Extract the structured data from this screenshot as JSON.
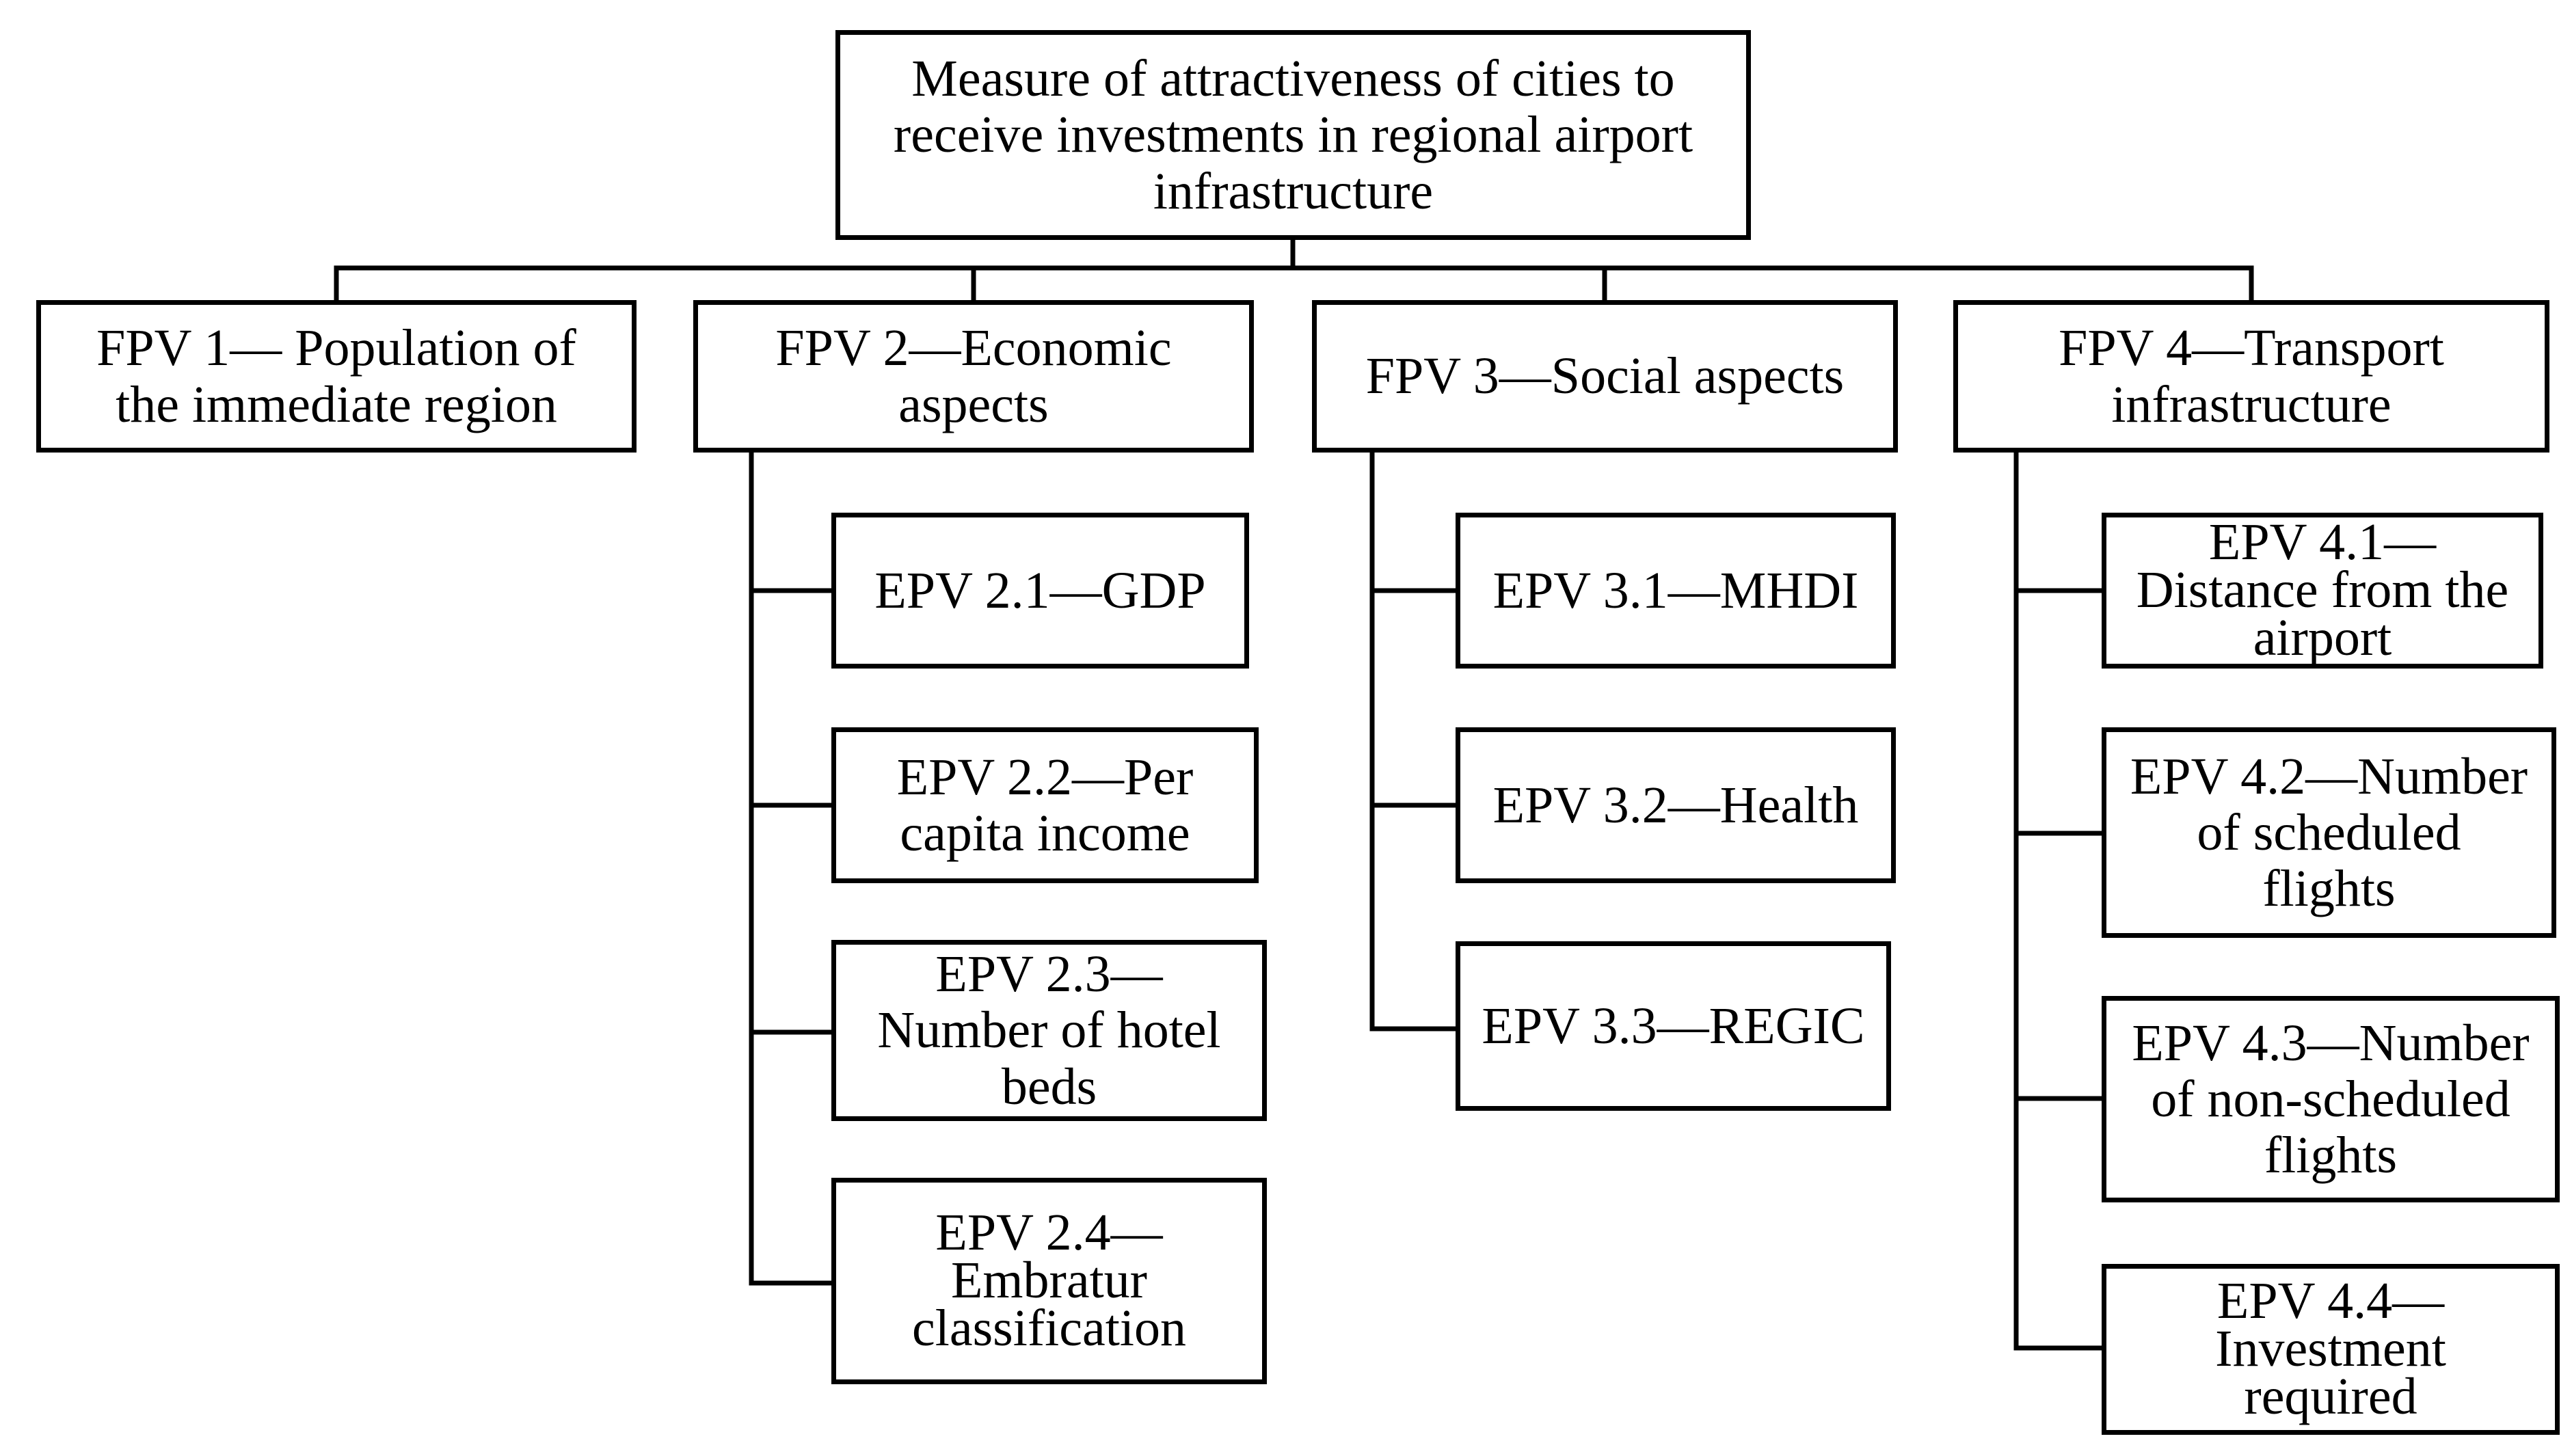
{
  "root": {
    "label": "Measure of attractiveness of cities to\nreceive investments in regional airport\ninfrastructure"
  },
  "fpv": [
    {
      "label": "FPV 1— Population of\nthe immediate region",
      "epv": []
    },
    {
      "label": "FPV 2—Economic\naspects",
      "epv": [
        "EPV 2.1—GDP",
        "EPV 2.2—Per\ncapita income",
        "EPV 2.3—\nNumber of hotel\nbeds",
        "EPV 2.4—\nEmbratur\nclassification"
      ]
    },
    {
      "label": "FPV 3—Social aspects",
      "epv": [
        "EPV 3.1—MHDI",
        "EPV 3.2—Health",
        "EPV 3.3—REGIC"
      ]
    },
    {
      "label": "FPV 4—Transport\ninfrastructure",
      "epv": [
        "EPV 4.1—\nDistance from the\nairport",
        "EPV 4.2—Number\nof scheduled\nflights",
        "EPV 4.3—Number\nof non-scheduled\nflights",
        "EPV 4.4—\nInvestment\nrequired"
      ]
    }
  ]
}
